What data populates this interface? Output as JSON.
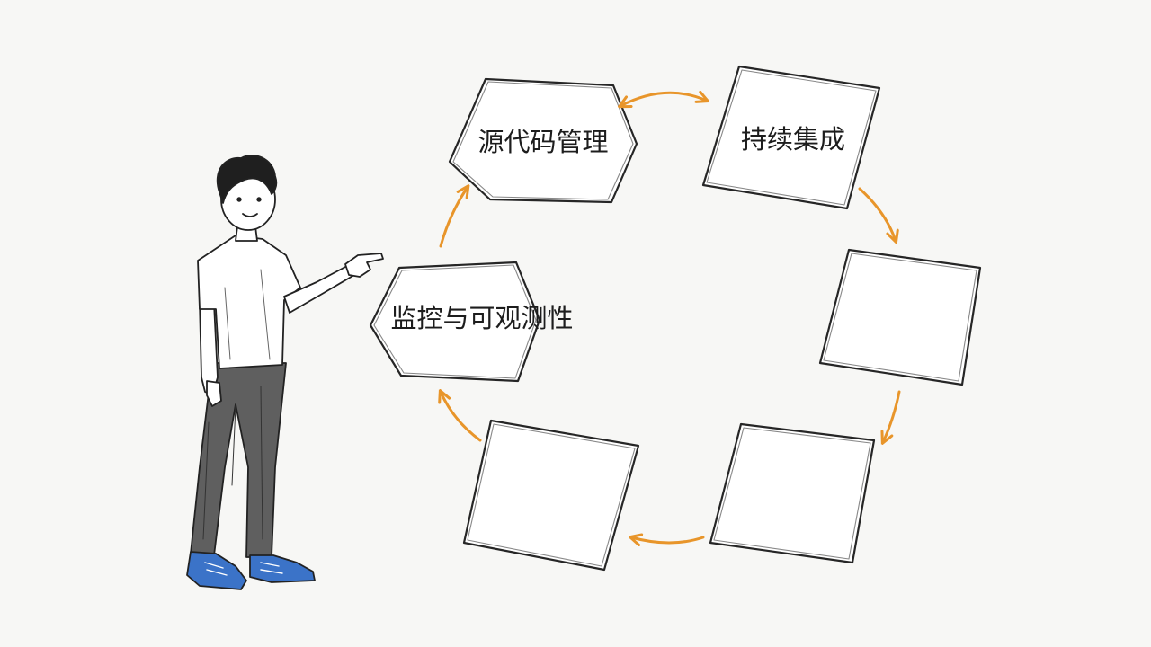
{
  "diagram": {
    "nodes": [
      {
        "id": "scm",
        "label": "源代码管理"
      },
      {
        "id": "ci",
        "label": "持续集成"
      },
      {
        "id": "node-3",
        "label": ""
      },
      {
        "id": "node-4",
        "label": ""
      },
      {
        "id": "node-5",
        "label": ""
      },
      {
        "id": "monitoring",
        "label": "监控与可观测性"
      }
    ],
    "colors": {
      "arrow": "#e8952a",
      "outline": "#262626",
      "shirt": "#ffffff",
      "pants": "#5f5f5f",
      "shoes": "#3b73c8",
      "background": "#f7f7f5"
    }
  }
}
